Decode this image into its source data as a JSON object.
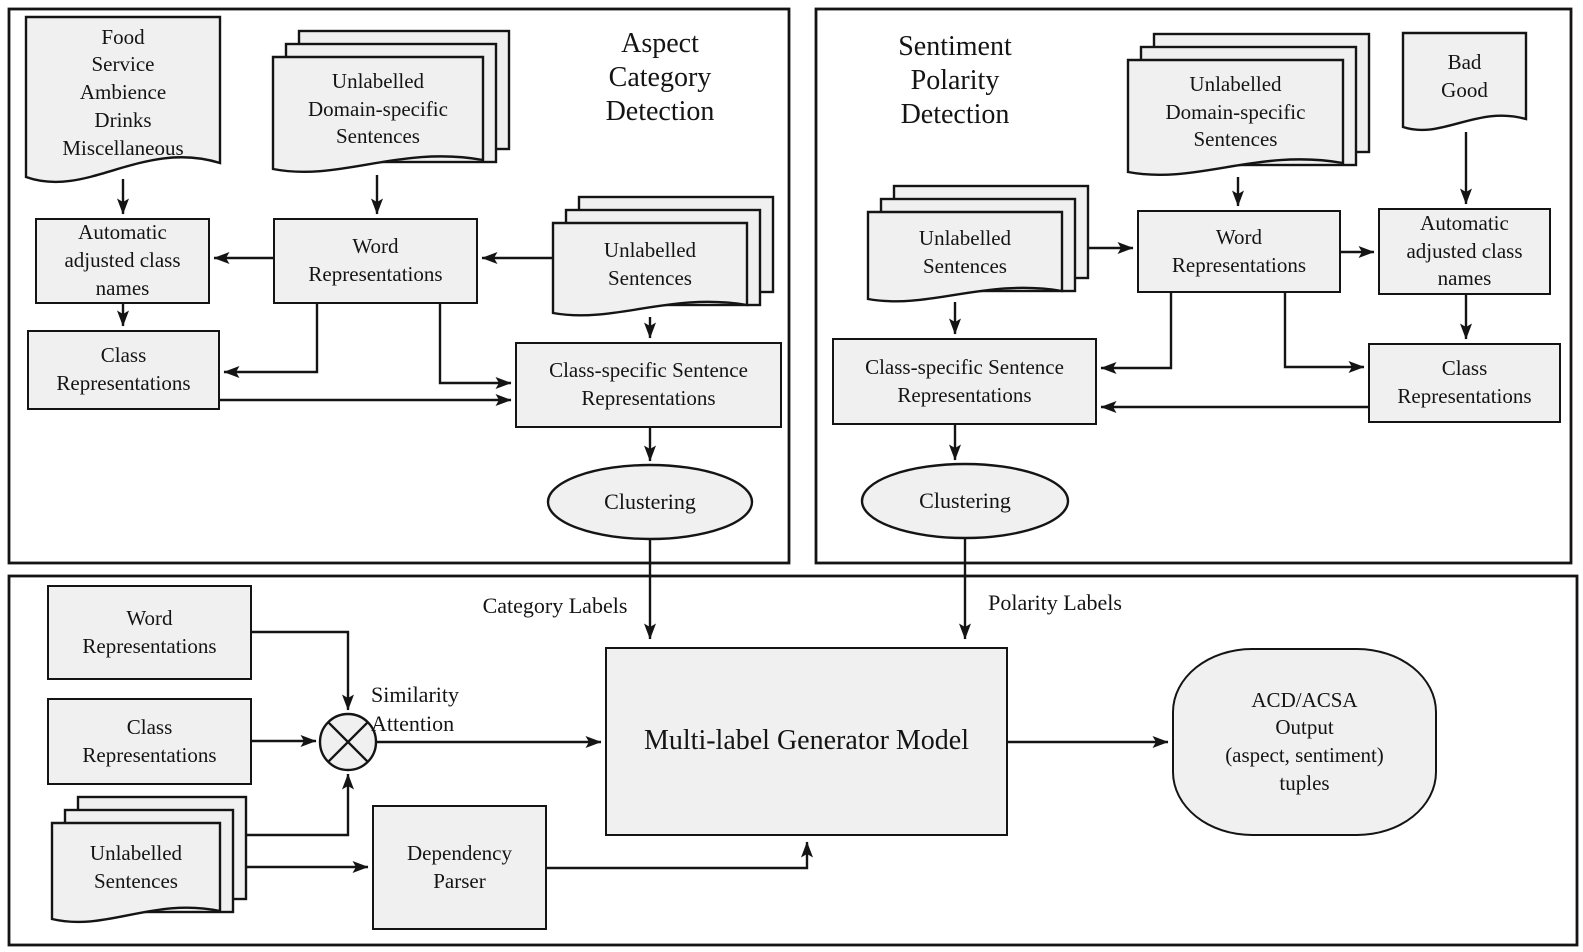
{
  "colors": {
    "node_fill": "#f0f0f0",
    "line": "#141414",
    "background": "#ffffff"
  },
  "acd": {
    "title": "Aspect\nCategory\nDetection",
    "class_names_doc": "Food\nService\nAmbience\nDrinks\nMiscellaneous",
    "domain_sentences_doc": "Unlabelled\nDomain-specific\nSentences",
    "unlabelled_sentences_doc": "Unlabelled\nSentences",
    "auto_class_names_box": "Automatic\nadjusted class\nnames",
    "word_representations_box": "Word\nRepresentations",
    "class_representations_box": "Class\nRepresentations",
    "class_specific_box": "Class-specific Sentence\nRepresentations",
    "clustering": "Clustering",
    "output_edge_label": "Category Labels"
  },
  "spd": {
    "title": "Sentiment\nPolarity\nDetection",
    "sentiment_names_doc": "Bad\nGood",
    "domain_sentences_doc": "Unlabelled\nDomain-specific\nSentences",
    "unlabelled_sentences_doc": "Unlabelled\nSentences",
    "auto_class_names_box": "Automatic\nadjusted class\nnames",
    "word_representations_box": "Word\nRepresentations",
    "class_representations_box": "Class\nRepresentations",
    "class_specific_box": "Class-specific Sentence\nRepresentations",
    "clustering": "Clustering",
    "output_edge_label": "Polarity Labels"
  },
  "generator": {
    "word_representations_box": "Word\nRepresentations",
    "class_representations_box": "Class\nRepresentations",
    "unlabelled_sentences_doc": "Unlabelled\nSentences",
    "similarity_attention_label": "Similarity\nAttention",
    "dependency_parser_box": "Dependency\nParser",
    "model_box": "Multi-label Generator Model",
    "output_shape": "ACD/ACSA\nOutput\n(aspect, sentiment)\ntuples"
  }
}
